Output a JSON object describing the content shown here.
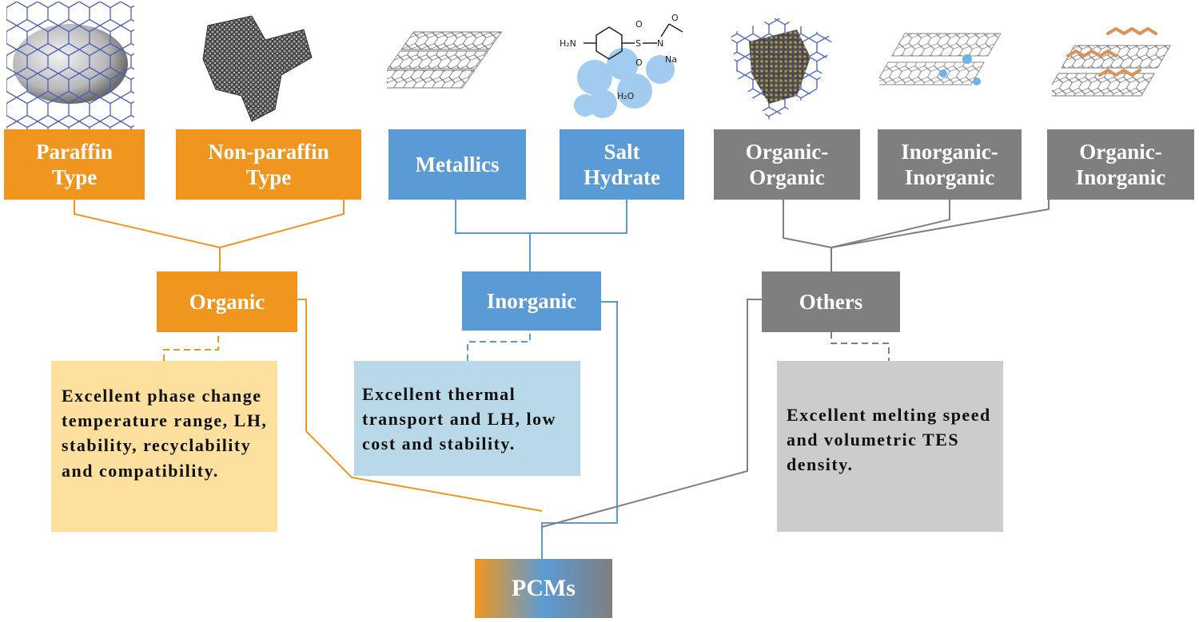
{
  "categories": {
    "paraffin": "Paraffin Type",
    "non_paraffin": "Non-paraffin Type",
    "metallics": "Metallics",
    "salt_hydrate": "Salt Hydrate",
    "org_org": "Organic-Organic",
    "inorg_inorg": "Inorganic-Inorganic",
    "org_inorg": "Organic-Inorganic"
  },
  "groups": {
    "organic": "Organic",
    "inorganic": "Inorganic",
    "others": "Others"
  },
  "descriptions": {
    "organic": "Excellent phase change temperature range, LH, stability, recyclability and compatibility.",
    "inorganic": "Excellent thermal transport and LH, low cost and stability.",
    "others": "Excellent melting speed and volumetric TES density."
  },
  "root": "PCMs",
  "molecule_labels": {
    "amine": "H₂N",
    "sulfur": "S",
    "nitrogen": "N",
    "sodium": "Na",
    "oxygen_top": "O",
    "oxygen_bottom": "O",
    "oxygen_right": "O",
    "water": "H₂O"
  },
  "colors": {
    "organic": "#F0961E",
    "inorganic": "#5B9BD5",
    "others": "#7F7F7F",
    "organic_desc_bg": "#FDDF9E",
    "inorganic_desc_bg": "#B9D9E8",
    "others_desc_bg": "#CCCCCC"
  }
}
